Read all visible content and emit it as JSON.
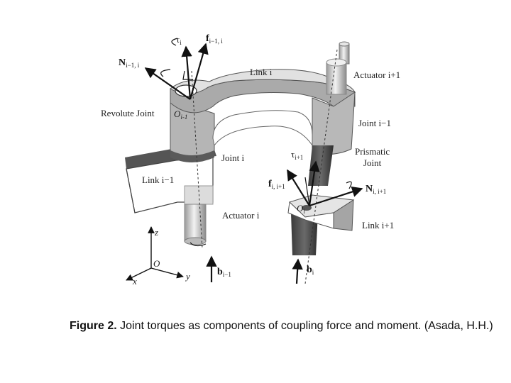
{
  "figure": {
    "labels": {
      "tau_i": "τ",
      "tau_i_sub": "i",
      "f_prev": "f",
      "f_prev_sub": "i−1, i",
      "n_prev": "N",
      "n_prev_sub": "i−1, i",
      "link_i": "Link i",
      "actuator_next": "Actuator i+1",
      "revolute_joint": "Revolute Joint",
      "o_prev": "O",
      "o_prev_sub": "i-1",
      "joint_prev": "Joint i−1",
      "joint_i": "Joint i",
      "prismatic_1": "Prismatic",
      "prismatic_2": "Joint",
      "tau_next": "τ",
      "tau_next_sub": "i+1",
      "link_prev": "Link i−1",
      "f_next": "f",
      "f_next_sub": "i, i+1",
      "n_next": "N",
      "n_next_sub": "i, i+1",
      "o_i": "O",
      "o_i_sub": "i",
      "actuator_i": "Actuator i",
      "link_next": "Link i+1",
      "axis_z": "z",
      "axis_o": "O",
      "axis_y": "y",
      "axis_x": "x",
      "b_prev": "b",
      "b_prev_sub": "i−1",
      "b_i": "b",
      "b_i_sub": "i"
    }
  },
  "caption": {
    "lead": "Figure 2.",
    "text": " Joint torques as components of coupling force and moment. (Asada, H.H.)"
  }
}
